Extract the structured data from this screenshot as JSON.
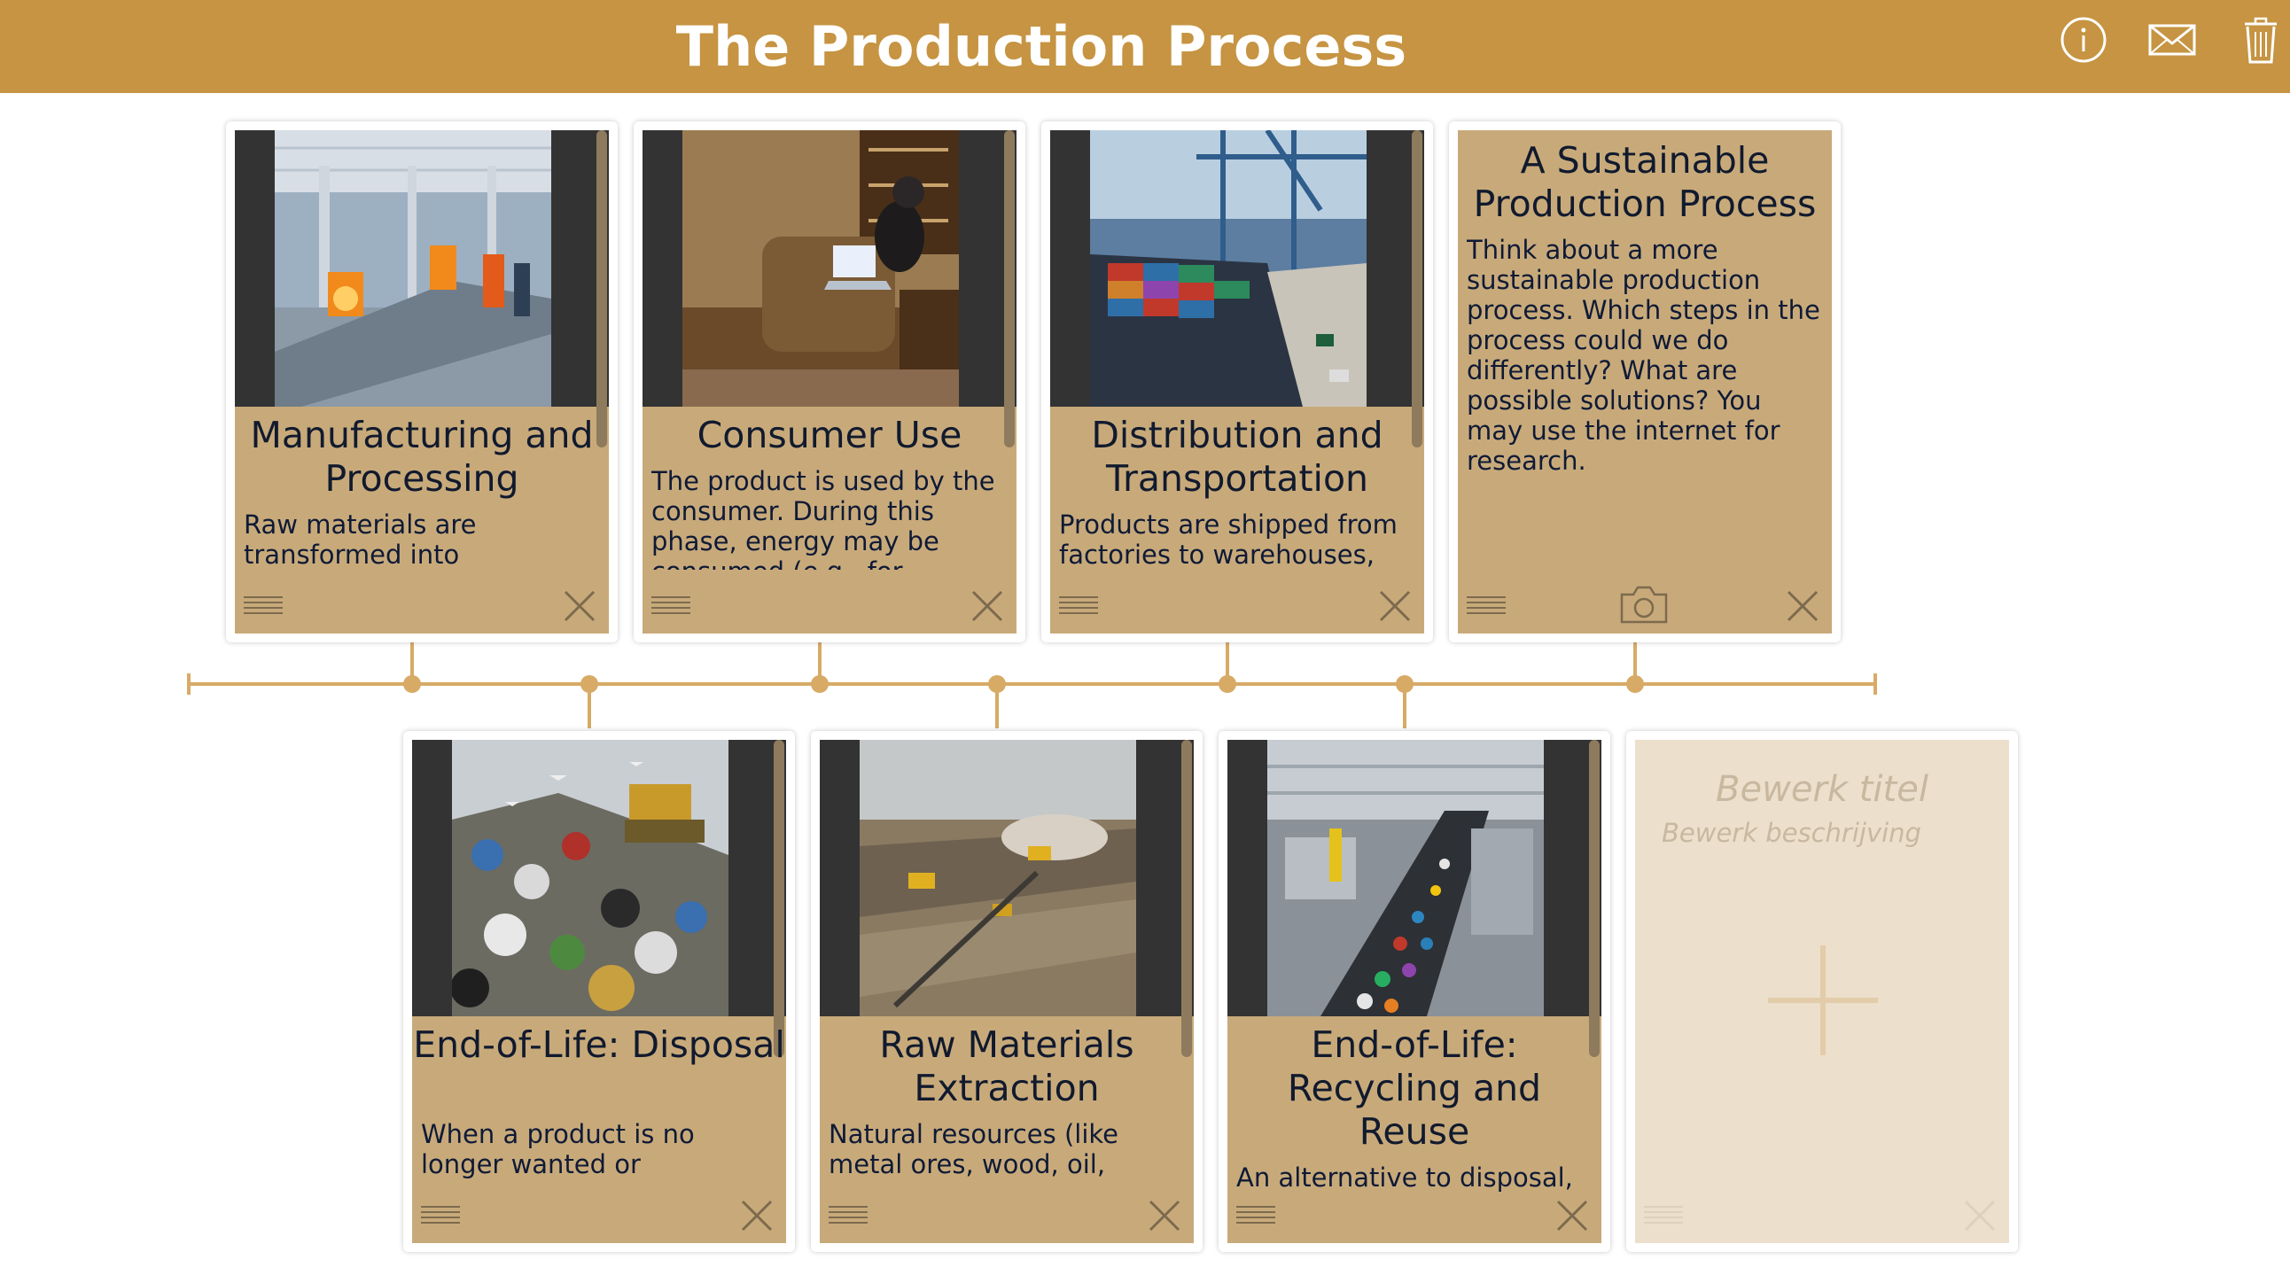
{
  "header": {
    "title": "The Production Process",
    "icons": [
      "info-icon",
      "mail-icon",
      "trash-icon"
    ]
  },
  "colors": {
    "header_bg": "#c69442",
    "card_bg": "#c8aa7a",
    "timeline": "#d7ab66",
    "add_card_bg": "#ecdfcb"
  },
  "cards": [
    {
      "title": "Manufacturing and Processing",
      "description": "Raw materials are transformed into",
      "image": "factory-robots-photo"
    },
    {
      "title": "Consumer Use",
      "description": "The product is used by the consumer. During this phase, energy may be consumed (e.g., for",
      "image": "person-laptop-photo"
    },
    {
      "title": "Distribution and Transportation",
      "description": "Products are shipped from factories to warehouses,",
      "image": "container-port-photo"
    },
    {
      "title": "A Sustainable Production Process",
      "description": "Think about a more sustainable production process. Which steps in the process could we do differently? What are possible solutions? You may use the internet for research.",
      "image": ""
    },
    {
      "title": "End-of-Life: Disposal",
      "description": "When a product is no longer wanted or functional, it is typically",
      "image": "landfill-photo"
    },
    {
      "title": "Raw Materials Extraction",
      "description": "Natural resources (like metal ores, wood, oil, cotton) are extracted from",
      "image": "mine-photo"
    },
    {
      "title": "End-of-Life: Recycling and Reuse",
      "description": "An alternative to disposal,",
      "image": "recycling-belt-photo"
    }
  ],
  "add_card": {
    "title_placeholder": "Bewerk titel",
    "description_placeholder": "Bewerk beschrijving"
  }
}
